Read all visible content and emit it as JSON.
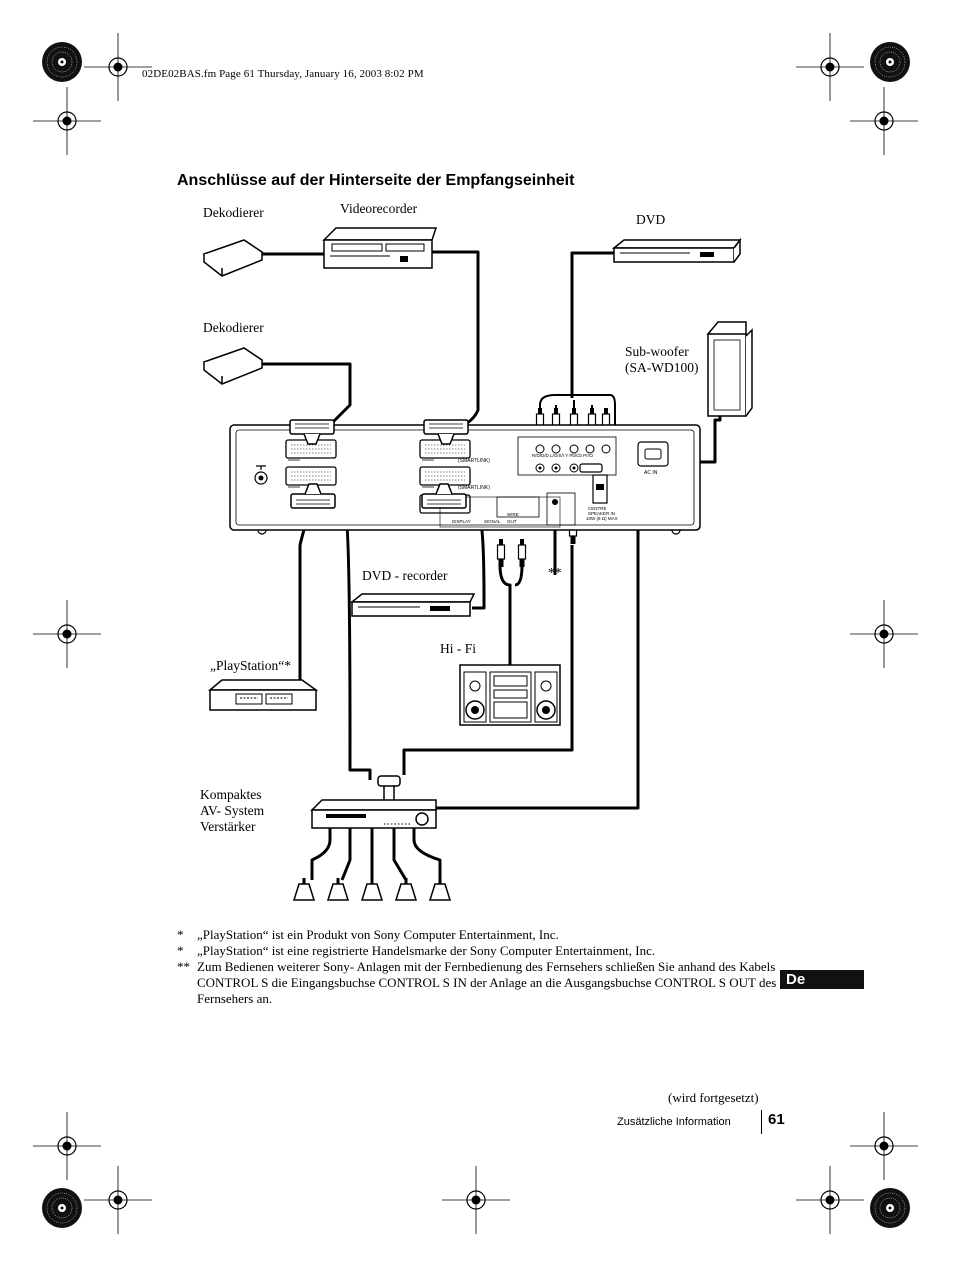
{
  "header": {
    "file_info": "02DE02BAS.fm  Page 61  Thursday, January 16, 2003  8:02 PM"
  },
  "section_title": "Anschlüsse auf der Hinterseite der Empfangseinheit",
  "devices": {
    "dekodierer_1": "Dekodierer",
    "videorecorder": "Videorecorder",
    "dvd": "DVD",
    "dekodierer_2": "Dekodierer",
    "subwoofer_line1": "Sub-woofer",
    "subwoofer_line2": "(SA-WD100)",
    "dvd_recorder": "DVD - recorder",
    "playstation": "„PlayStation“*",
    "hifi": "Hi - Fi",
    "av_system_line1": "Kompaktes",
    "av_system_line2": "AV- System",
    "av_system_line3": "Verstärker",
    "double_asterisk": "**"
  },
  "panel_labels": {
    "smartlink_1": "(SMARTLINK)",
    "smartlink_2": "(SMARTLINK)",
    "ac_in": "AC IN",
    "component": "R/D/D/D  L/G/S/I   Y    Pb/Cb  Pr/Cr",
    "centre_line1": "CENTRE",
    "centre_line2": "SPEAKER IN",
    "centre_line3": "10W (8 Ω) MAX",
    "display": "DISPLAY",
    "signal": "SIGNAL",
    "wire": "WIRE",
    "out": "OUT"
  },
  "footnotes": [
    {
      "mark": "*",
      "text": "„PlayStation“ ist ein Produkt von Sony Computer Entertainment, Inc."
    },
    {
      "mark": "*",
      "text": "„PlayStation“ ist eine registrierte Handelsmarke der Sony Computer Entertainment, Inc."
    },
    {
      "mark": "**",
      "text": "Zum Bedienen weiterer Sony- Anlagen mit der Fernbedienung des Fernsehers schließen Sie anhand des Kabels CONTROL S die Eingangsbuchse CONTROL S IN der Anlage an die Ausgangsbuchse CONTROL S OUT des Fernsehers an."
    }
  ],
  "language_tab": "De",
  "continued_note": "(wird fortgesetzt)",
  "footer": {
    "section_name": "Zusätzliche Information",
    "page_number": "61"
  },
  "colors": {
    "ink": "#000000",
    "tab_background": "#111111",
    "tab_text": "#ffffff"
  },
  "icons": [
    "registration-mark-icon",
    "color-wheel-icon",
    "scart-connector-icon",
    "rca-plug-icon",
    "speaker-icon",
    "aerial-icon"
  ]
}
